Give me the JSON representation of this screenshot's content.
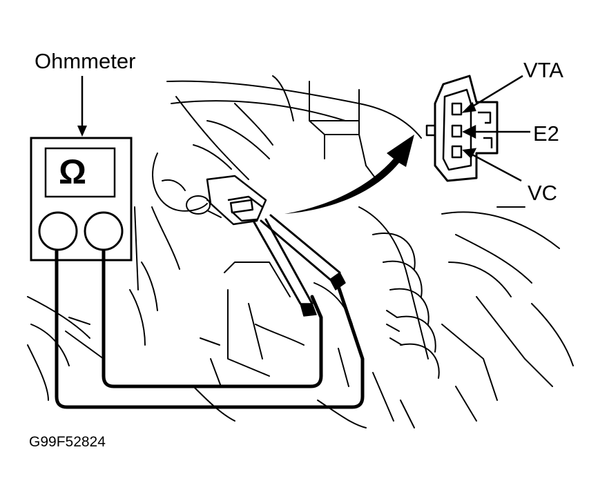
{
  "labels": {
    "meter": "Ohmmeter",
    "meter_symbol": "Ω",
    "terminal_top": "VTA",
    "terminal_mid": "E2",
    "terminal_bot": "VC"
  },
  "figure_code": "G99F52824",
  "colors": {
    "ink": "#000000",
    "paper": "#ffffff"
  },
  "icons": [
    "ohmmeter-icon",
    "connector-icon",
    "curved-arrow-icon"
  ]
}
